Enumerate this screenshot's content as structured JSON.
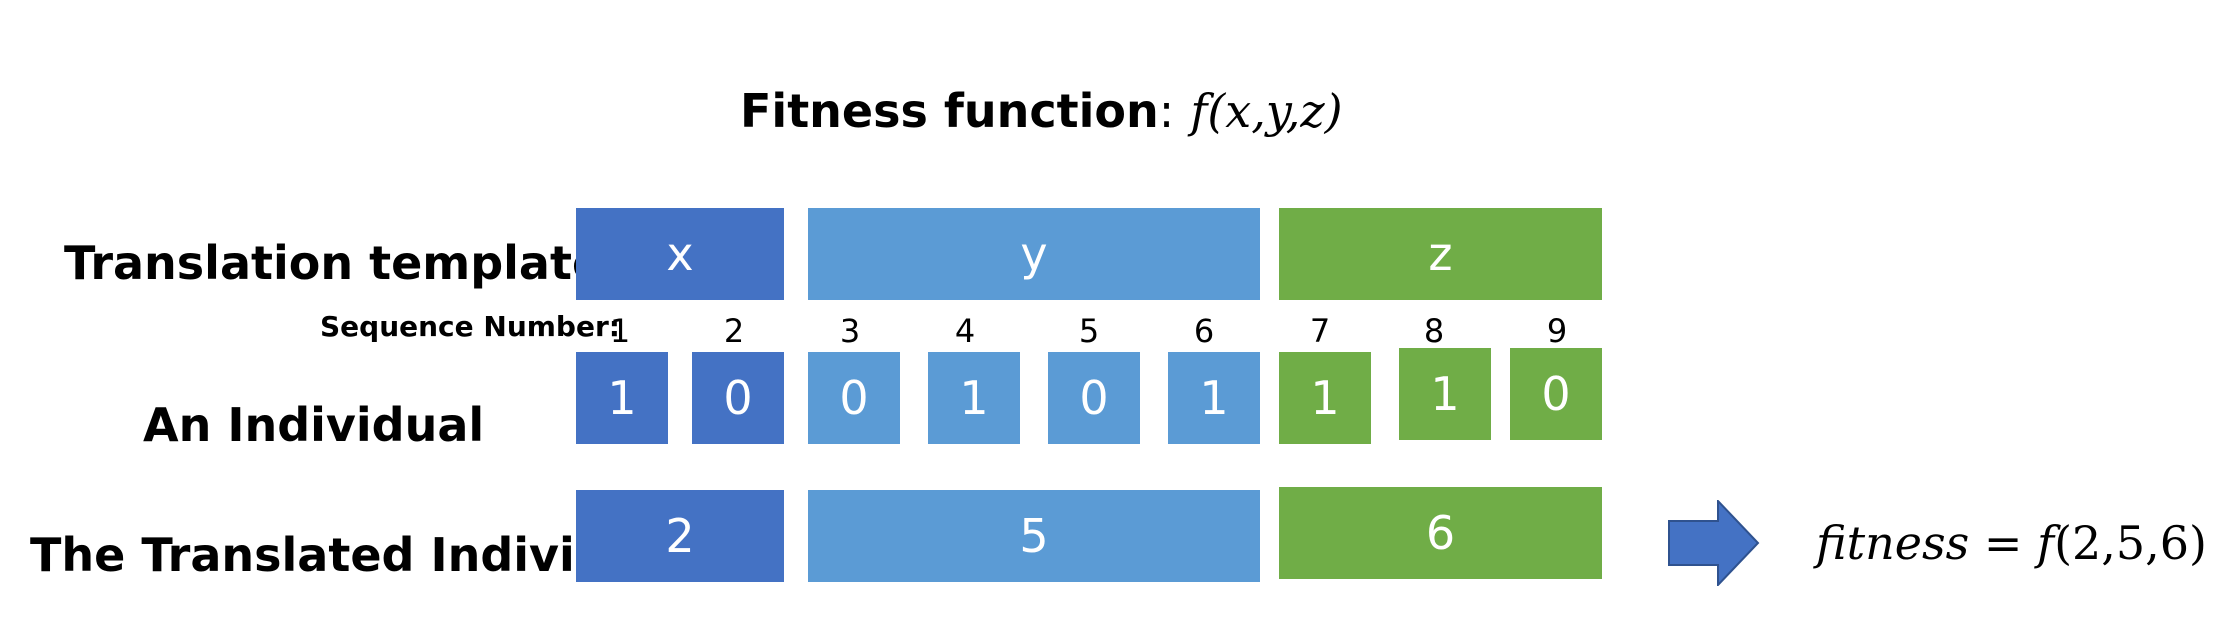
{
  "title": {
    "label": "Fitness function",
    "colon": ":",
    "expr": "f(x,y,z)"
  },
  "rows": {
    "template_label": "Translation template",
    "sequence_label": "Sequence Number:",
    "individual_label": "An Individual",
    "translated_label": "The Translated Individual"
  },
  "template": {
    "x": "x",
    "y": "y",
    "z": "z"
  },
  "sequence_numbers": [
    "1",
    "2",
    "3",
    "4",
    "5",
    "6",
    "7",
    "8",
    "9"
  ],
  "genes": [
    "1",
    "0",
    "0",
    "1",
    "0",
    "1",
    "1",
    "1",
    "0"
  ],
  "translated": {
    "x": "2",
    "y": "5",
    "z": "6"
  },
  "result": {
    "lhs": "fitness",
    "eq": "=",
    "func": "f",
    "args": "(2,5,6)"
  },
  "colors": {
    "x_block": "#4472C4",
    "y_block": "#5B9BD5",
    "z_block": "#70AD47"
  },
  "icons": {
    "arrow": "right-arrow-icon"
  }
}
